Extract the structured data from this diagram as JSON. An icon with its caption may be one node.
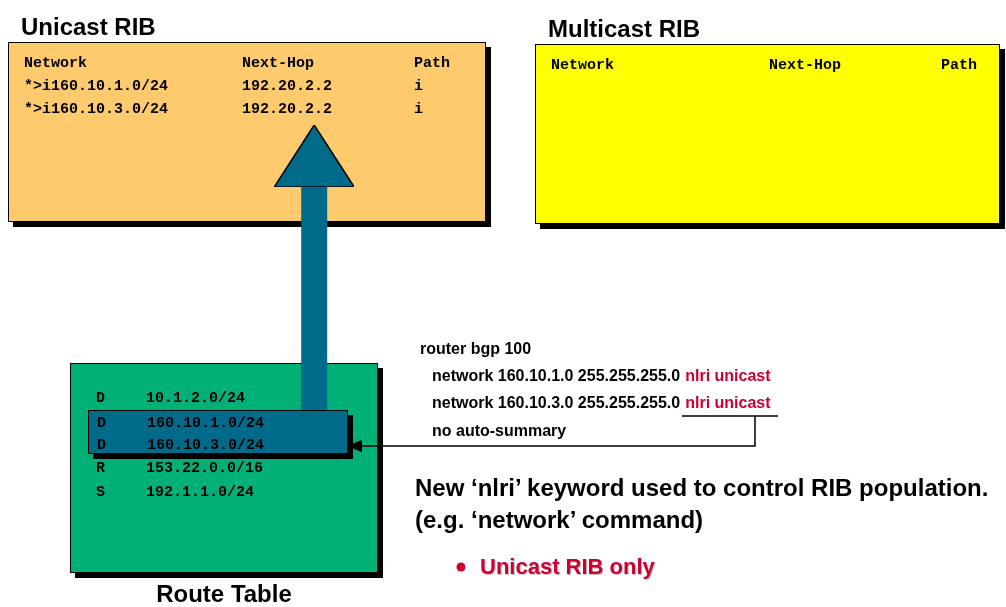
{
  "diagram": {
    "nodes": [
      {
        "text": [
          "Unicast RIB",
          "Network",
          "Next-Hop",
          "Path",
          "*>i160.10.1.0/24",
          "192.20.2.2",
          "i",
          "*>i160.10.3.0/24",
          "192.20.2.2",
          "i"
        ]
      },
      {
        "text": [
          "Multicast RIB",
          "Network",
          "Next-Hop",
          "Path"
        ]
      },
      {
        "text": [
          "Route Table",
          "D",
          "10.1.2.0/24",
          "R",
          "153.22.0.0/16",
          "S",
          "192.1.1.0/24"
        ]
      },
      {
        "text": [
          "D",
          "160.10.1.0/24",
          "D",
          "160.10.3.0/24"
        ],
        "in": 2
      },
      {
        "text": [
          "router bgp 100",
          "network 160.10.1.0 255.255.255.0",
          "nlri unicast",
          "network 160.10.3.0 255.255.255.0",
          "nlri unicast",
          "no auto-summary"
        ]
      }
    ],
    "edges": [
      {
        "from": 3,
        "to": 0,
        "arrow": "to",
        "style": "thick",
        "color": "#006a8a"
      },
      {
        "from": 4,
        "to": 3,
        "arrow": "to",
        "color": "#000000"
      }
    ],
    "labels": [
      "New ‘nlri’ keyword used to control RIB population. (e.g. ‘network’ command)",
      "Unicast RIB only"
    ]
  }
}
